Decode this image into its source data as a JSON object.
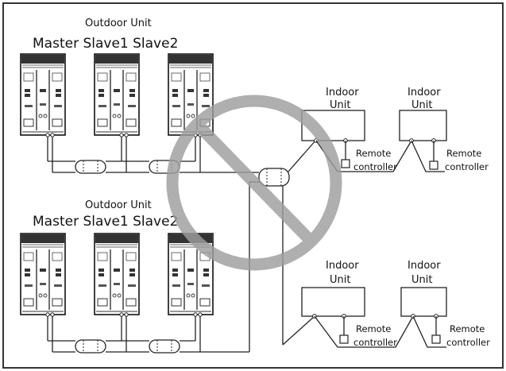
{
  "outdoor_groups": [
    {
      "title": "Outdoor Unit",
      "units": [
        "Master",
        "Slave1",
        "Slave2"
      ],
      "unit_line": "Master Slave1 Slave2"
    },
    {
      "title": "Outdoor Unit",
      "units": [
        "Master",
        "Slave1",
        "Slave2"
      ],
      "unit_line": "Master Slave1 Slave2"
    }
  ],
  "indoor_units": [
    {
      "line1": "Indoor",
      "line2": "Unit",
      "remote": [
        "Remote",
        "controller"
      ]
    },
    {
      "line1": "Indoor",
      "line2": "Unit",
      "remote": [
        "Remote",
        "controller"
      ]
    },
    {
      "line1": "Indoor",
      "line2": "Unit",
      "remote": [
        "Remote",
        "controller"
      ]
    },
    {
      "line1": "Indoor",
      "line2": "Unit",
      "remote": [
        "Remote",
        "controller"
      ]
    }
  ],
  "prohibition_symbol": {
    "icon": "prohibited-icon",
    "color": "#9e9e9e"
  },
  "colors": {
    "frame": "#333333",
    "line": "#222222"
  }
}
